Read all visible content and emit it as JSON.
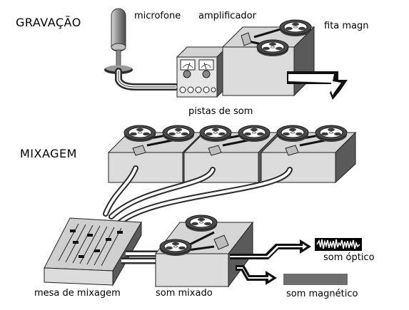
{
  "sections": {
    "recording": "GRAVAÇÃO",
    "mixing": "MIXAGEM"
  },
  "labels": {
    "microphone": "microfone",
    "amplifier": "amplificador",
    "magnetic_tape": "fita magn",
    "sound_tracks": "pistas de som",
    "mixing_desk": "mesa de mixagem",
    "mixed_sound": "som mixado",
    "optical_sound": "som óptico",
    "magnetic_sound": "som magnético"
  }
}
